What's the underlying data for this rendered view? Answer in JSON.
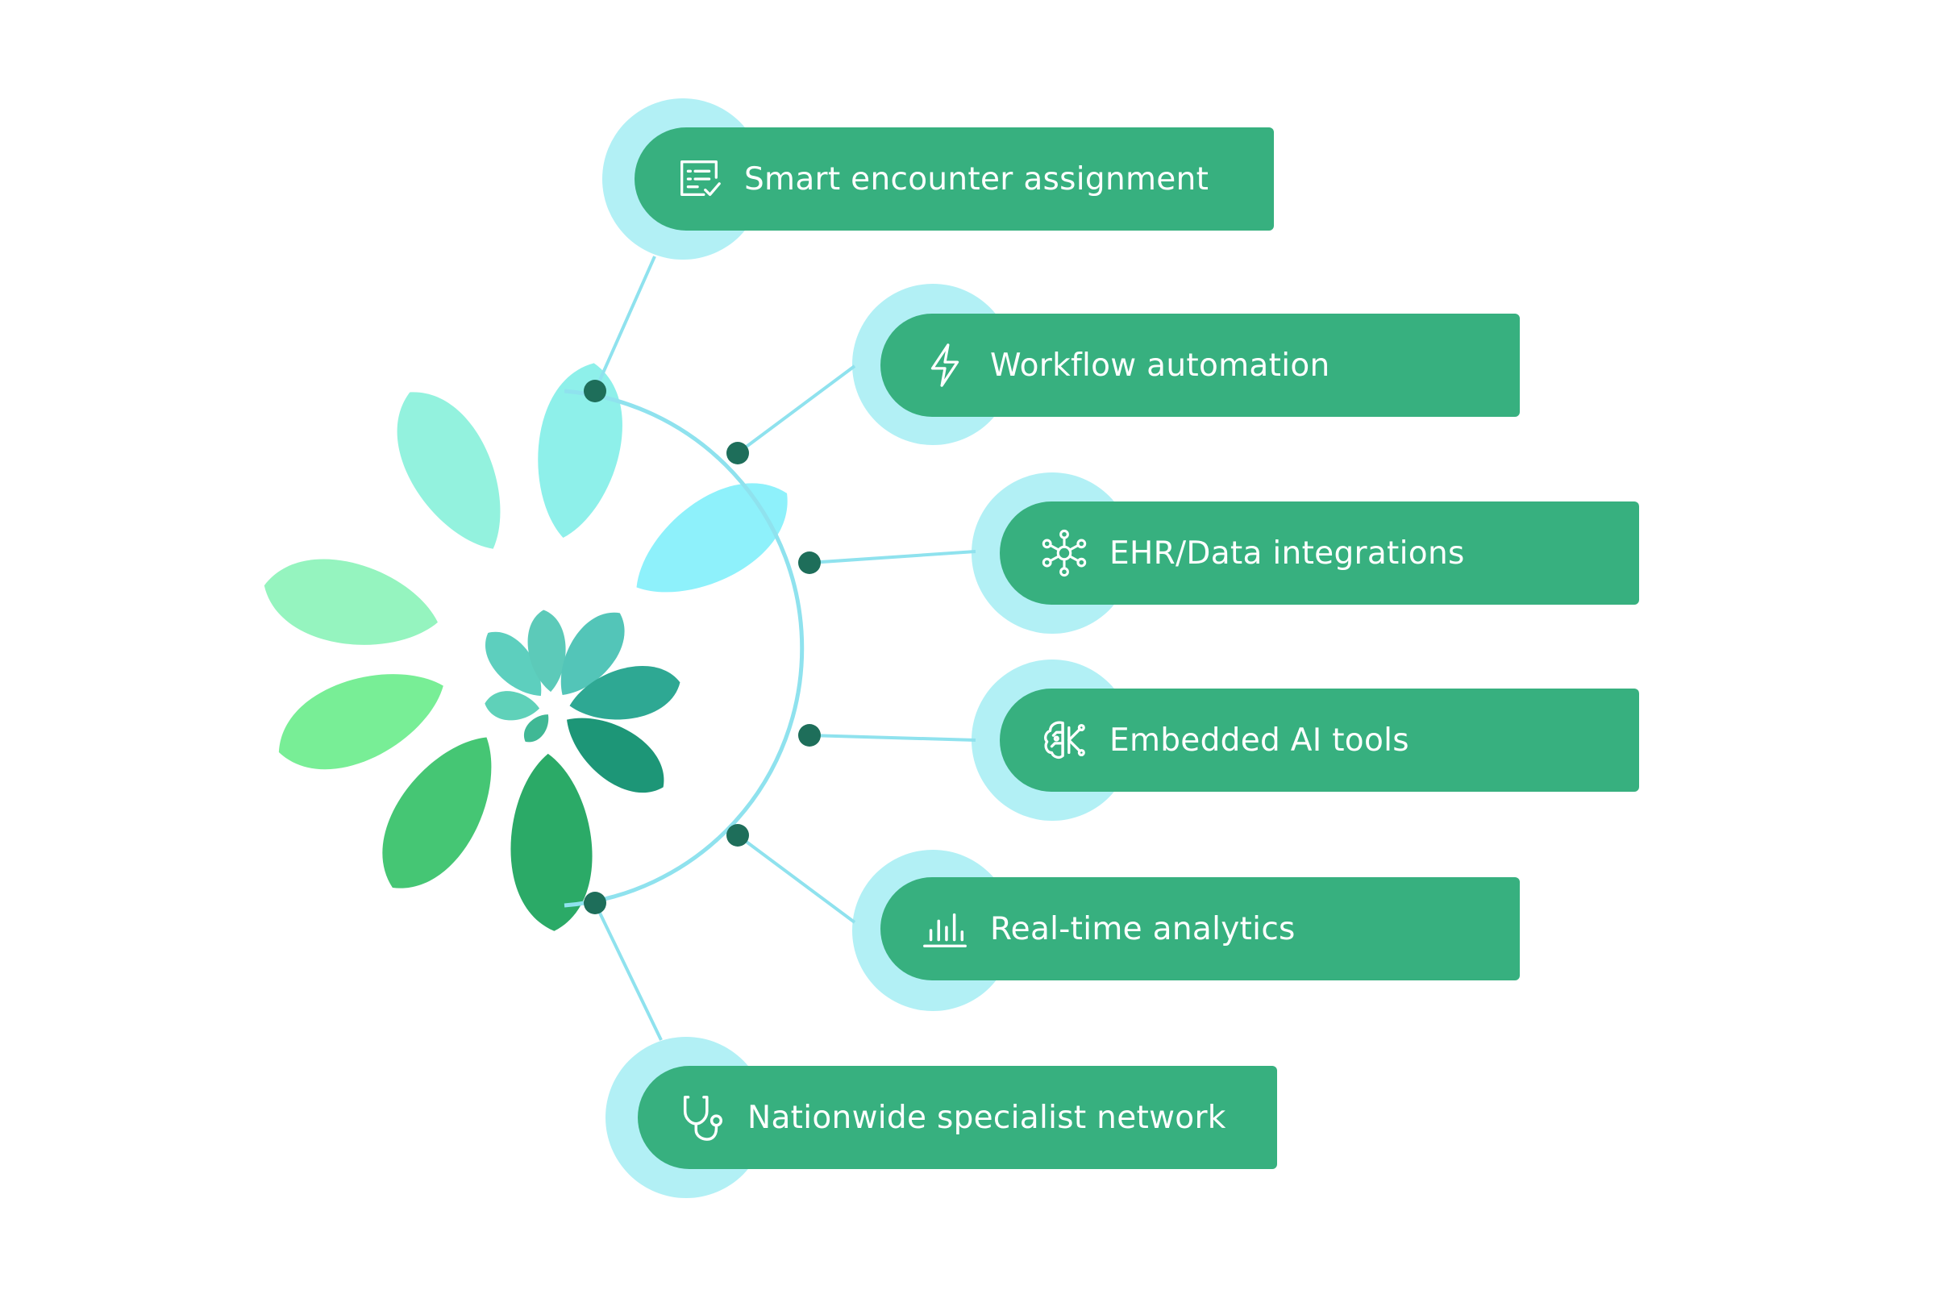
{
  "colors": {
    "box": "#37b07f",
    "halo": "#b2f0f5",
    "connector": "#8fe2ee",
    "node": "#1e6e5a",
    "text": "#ffffff"
  },
  "features": [
    {
      "label": "Smart encounter assignment",
      "icon": "checklist-icon"
    },
    {
      "label": "Workflow automation",
      "icon": "lightning-bolt-icon"
    },
    {
      "label": "EHR/Data integrations",
      "icon": "network-hub-icon"
    },
    {
      "label": "Embedded AI tools",
      "icon": "ai-brain-icon"
    },
    {
      "label": "Real-time analytics",
      "icon": "bar-chart-icon"
    },
    {
      "label": "Nationwide specialist network",
      "icon": "stethoscope-icon"
    }
  ],
  "logo": {
    "icon": "petal-flower-logo-icon"
  }
}
